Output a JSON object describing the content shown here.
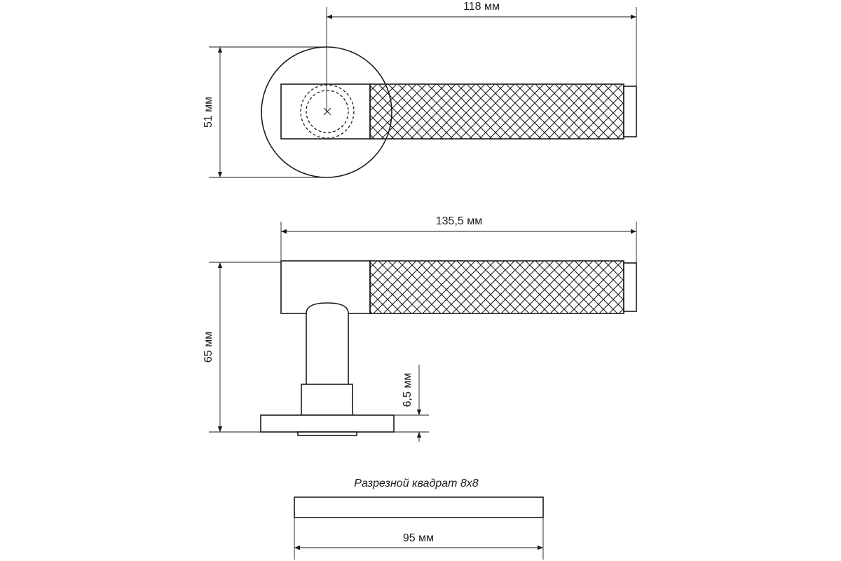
{
  "dimensions": {
    "top_length": "118 мм",
    "top_diameter": "51 мм",
    "side_length": "135,5 мм",
    "side_height": "65 мм",
    "rosette_thickness": "6,5 мм",
    "spindle_length": "95 мм"
  },
  "caption": "Разрезной квадрат 8х8",
  "colors": {
    "line": "#1a1a1a",
    "background": "#ffffff"
  }
}
